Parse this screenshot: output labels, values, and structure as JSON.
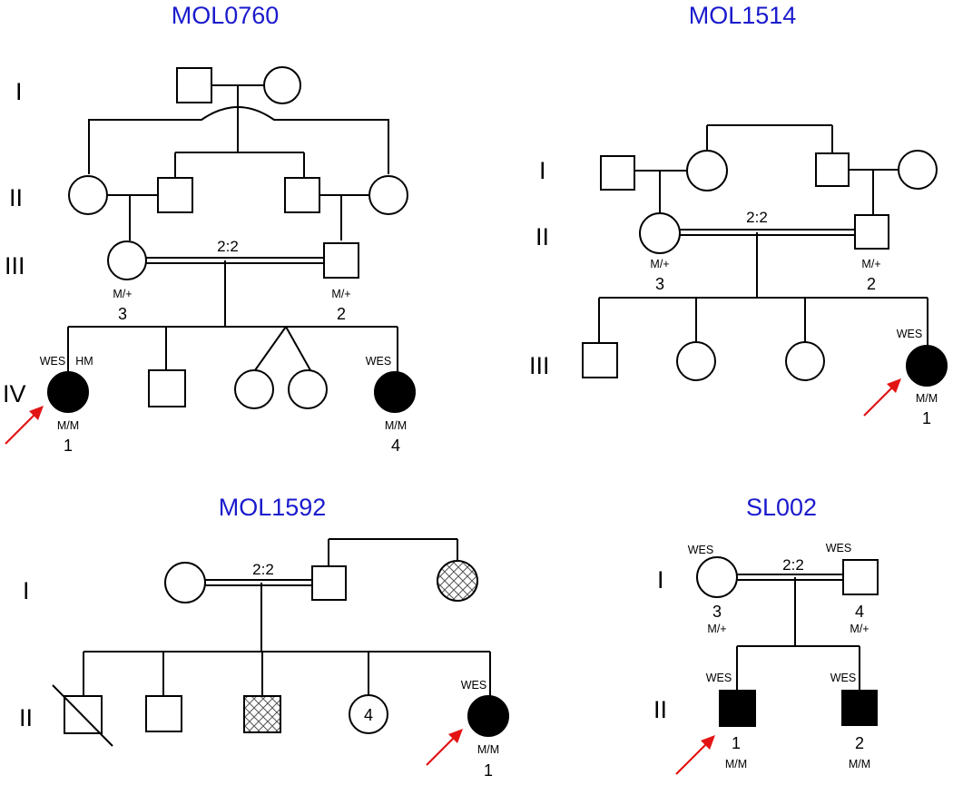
{
  "pedigrees": {
    "p1": {
      "title": "MOL0760",
      "generations": [
        "I",
        "II",
        "III",
        "IV"
      ],
      "consanguinity": "2:2",
      "father_gt": "M/+",
      "father_id": "2",
      "mother_gt": "M/+",
      "mother_id": "3",
      "proband": {
        "tag1": "WES",
        "tag2": "HM",
        "gt": "M/M",
        "id": "1"
      },
      "sib4": {
        "tag": "WES",
        "gt": "M/M",
        "id": "4"
      }
    },
    "p2": {
      "title": "MOL1514",
      "generations": [
        "I",
        "II",
        "III"
      ],
      "consanguinity": "2:2",
      "mother_gt": "M/+",
      "mother_id": "3",
      "father_gt": "M/+",
      "father_id": "2",
      "proband": {
        "tag": "WES",
        "gt": "M/M",
        "id": "1"
      }
    },
    "p3": {
      "title": "MOL1592",
      "generations": [
        "I",
        "II"
      ],
      "consanguinity": "2:2",
      "sib_count": "4",
      "proband": {
        "tag": "WES",
        "gt": "M/M",
        "id": "1"
      }
    },
    "p4": {
      "title": "SL002",
      "generations": [
        "I",
        "II"
      ],
      "consanguinity": "2:2",
      "mother": {
        "tag": "WES",
        "id": "3",
        "gt": "M/+"
      },
      "father": {
        "tag": "WES",
        "id": "4",
        "gt": "M/+"
      },
      "proband": {
        "tag": "WES",
        "id": "1",
        "gt": "M/M"
      },
      "brother": {
        "tag": "WES",
        "id": "2",
        "gt": "M/M"
      }
    }
  },
  "colors": {
    "title": "#1a1acd",
    "arrow": "#e31414",
    "affected": "#000000",
    "carrier_hatch": "#555555"
  },
  "icons": [
    "male-square",
    "female-circle",
    "affected-filled",
    "deceased-slash",
    "hatched-unknown",
    "proband-arrow"
  ]
}
